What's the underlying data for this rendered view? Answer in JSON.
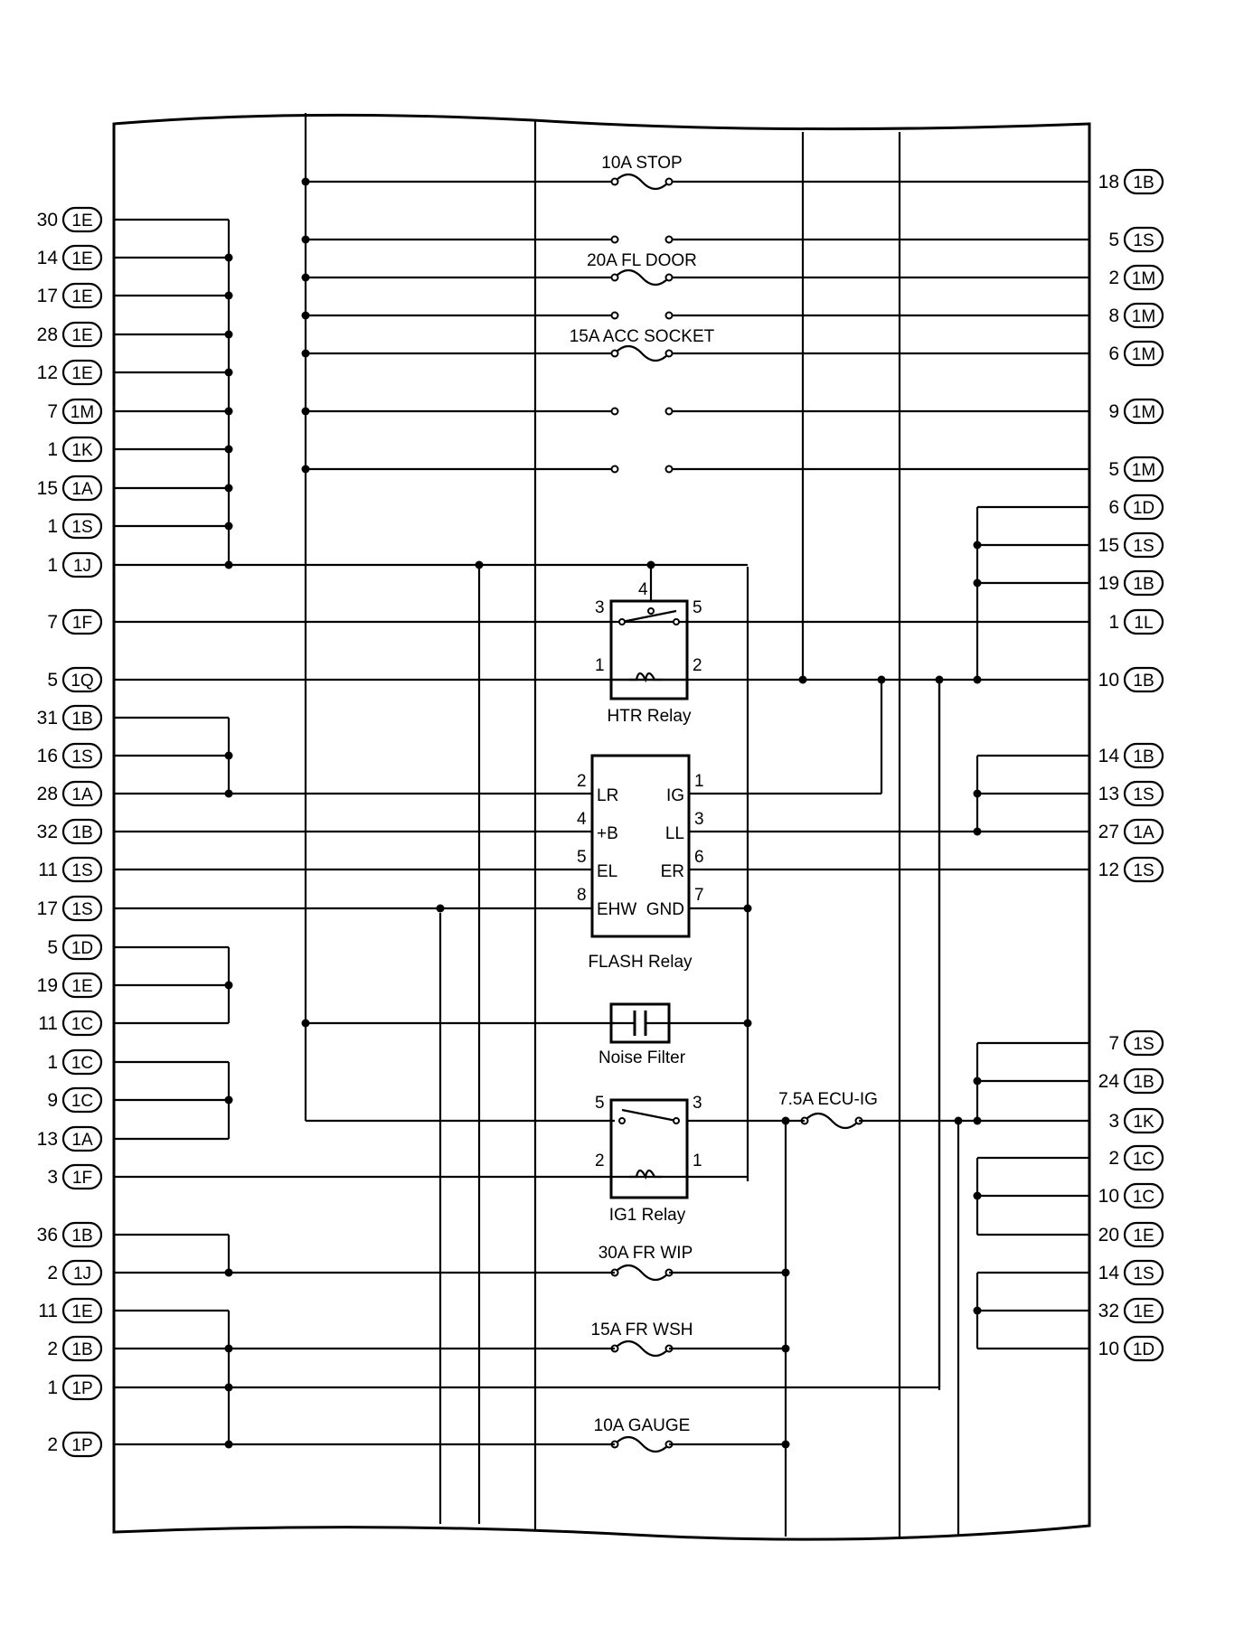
{
  "fuses": [
    {
      "id": "stop",
      "label": "10A STOP"
    },
    {
      "id": "fl_door",
      "label": "20A FL DOOR"
    },
    {
      "id": "acc_socket",
      "label": "15A ACC SOCKET"
    },
    {
      "id": "ecu_ig",
      "label": "7.5A ECU-IG"
    },
    {
      "id": "fr_wip",
      "label": "30A FR WIP"
    },
    {
      "id": "fr_wsh",
      "label": "15A FR WSH"
    },
    {
      "id": "gauge",
      "label": "10A GAUGE"
    }
  ],
  "relays": {
    "htr": {
      "label": "HTR Relay",
      "pins": [
        "4",
        "3",
        "5",
        "1",
        "2"
      ]
    },
    "flash": {
      "label": "FLASH Relay",
      "pins": [
        "2",
        "4",
        "5",
        "8",
        "1",
        "3",
        "6",
        "7"
      ],
      "terminals": [
        "LR",
        "+B",
        "EL",
        "EHW",
        "IG",
        "LL",
        "ER",
        "GND"
      ]
    },
    "ig1": {
      "label": "IG1 Relay",
      "pins": [
        "5",
        "3",
        "2",
        "1"
      ]
    }
  },
  "noise_filter": {
    "label": "Noise Filter"
  },
  "left_connectors": [
    {
      "pin": "30",
      "conn": "1E"
    },
    {
      "pin": "14",
      "conn": "1E"
    },
    {
      "pin": "17",
      "conn": "1E"
    },
    {
      "pin": "28",
      "conn": "1E"
    },
    {
      "pin": "12",
      "conn": "1E"
    },
    {
      "pin": "7",
      "conn": "1M"
    },
    {
      "pin": "1",
      "conn": "1K"
    },
    {
      "pin": "15",
      "conn": "1A"
    },
    {
      "pin": "1",
      "conn": "1S"
    },
    {
      "pin": "1",
      "conn": "1J"
    },
    {
      "pin": "7",
      "conn": "1F"
    },
    {
      "pin": "5",
      "conn": "1Q"
    },
    {
      "pin": "31",
      "conn": "1B"
    },
    {
      "pin": "16",
      "conn": "1S"
    },
    {
      "pin": "28",
      "conn": "1A"
    },
    {
      "pin": "32",
      "conn": "1B"
    },
    {
      "pin": "11",
      "conn": "1S"
    },
    {
      "pin": "17",
      "conn": "1S"
    },
    {
      "pin": "5",
      "conn": "1D"
    },
    {
      "pin": "19",
      "conn": "1E"
    },
    {
      "pin": "11",
      "conn": "1C"
    },
    {
      "pin": "1",
      "conn": "1C"
    },
    {
      "pin": "9",
      "conn": "1C"
    },
    {
      "pin": "13",
      "conn": "1A"
    },
    {
      "pin": "3",
      "conn": "1F"
    },
    {
      "pin": "36",
      "conn": "1B"
    },
    {
      "pin": "2",
      "conn": "1J"
    },
    {
      "pin": "11",
      "conn": "1E"
    },
    {
      "pin": "2",
      "conn": "1B"
    },
    {
      "pin": "1",
      "conn": "1P"
    },
    {
      "pin": "2",
      "conn": "1P"
    }
  ],
  "right_connectors": [
    {
      "pin": "18",
      "conn": "1B"
    },
    {
      "pin": "5",
      "conn": "1S"
    },
    {
      "pin": "2",
      "conn": "1M"
    },
    {
      "pin": "8",
      "conn": "1M"
    },
    {
      "pin": "6",
      "conn": "1M"
    },
    {
      "pin": "9",
      "conn": "1M"
    },
    {
      "pin": "5",
      "conn": "1M"
    },
    {
      "pin": "6",
      "conn": "1D"
    },
    {
      "pin": "15",
      "conn": "1S"
    },
    {
      "pin": "19",
      "conn": "1B"
    },
    {
      "pin": "1",
      "conn": "1L"
    },
    {
      "pin": "10",
      "conn": "1B"
    },
    {
      "pin": "14",
      "conn": "1B"
    },
    {
      "pin": "13",
      "conn": "1S"
    },
    {
      "pin": "27",
      "conn": "1A"
    },
    {
      "pin": "12",
      "conn": "1S"
    },
    {
      "pin": "7",
      "conn": "1S"
    },
    {
      "pin": "24",
      "conn": "1B"
    },
    {
      "pin": "3",
      "conn": "1K"
    },
    {
      "pin": "2",
      "conn": "1C"
    },
    {
      "pin": "10",
      "conn": "1C"
    },
    {
      "pin": "20",
      "conn": "1E"
    },
    {
      "pin": "14",
      "conn": "1S"
    },
    {
      "pin": "32",
      "conn": "1E"
    },
    {
      "pin": "10",
      "conn": "1D"
    }
  ]
}
